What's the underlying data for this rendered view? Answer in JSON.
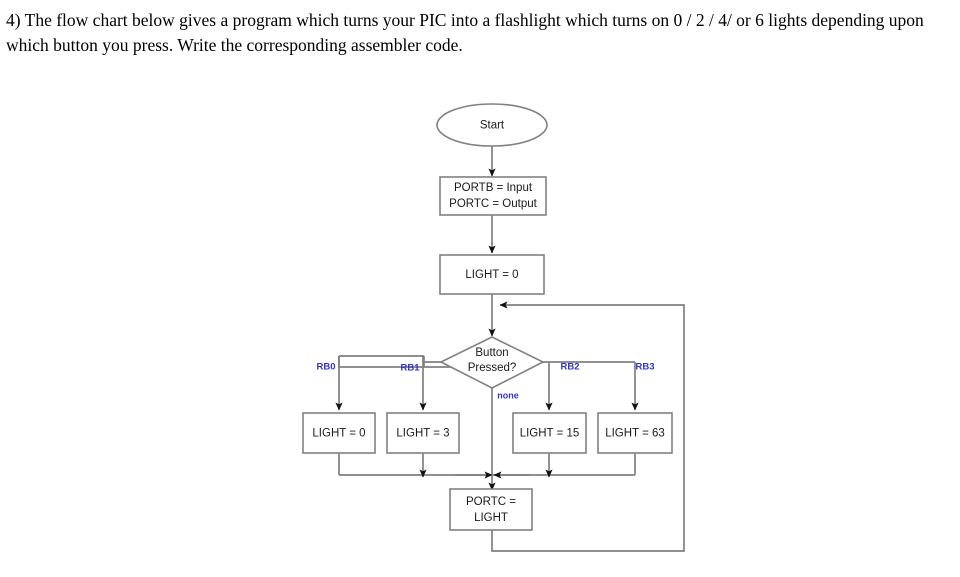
{
  "question": {
    "number": "4)",
    "text": "4) The flow chart below gives a program which turns your PIC into a flashlight which turns on 0 / 2 / 4/ or 6 lights depending upon which button you press.  Write the corresponding assembler code."
  },
  "flowchart": {
    "title": "PIC flashlight program flow chart",
    "colors": {
      "node_stroke": "#808080",
      "connector": "#808080",
      "text": "#1a1a1a",
      "branch_label": "#3333cc",
      "background": "#ffffff"
    },
    "nodes": {
      "start": {
        "shape": "oval",
        "label": "Start"
      },
      "init": {
        "shape": "process",
        "line1": "PORTB = Input",
        "line2": "PORTC = Output"
      },
      "light_init": {
        "shape": "process",
        "label": "LIGHT = 0"
      },
      "decision": {
        "shape": "diamond",
        "line1": "Button",
        "line2": "Pressed?"
      },
      "branch_rb0": {
        "shape": "process",
        "label": "LIGHT = 0"
      },
      "branch_rb1": {
        "shape": "process",
        "label": "LIGHT = 3"
      },
      "branch_rb2": {
        "shape": "process",
        "label": "LIGHT = 15"
      },
      "branch_rb3": {
        "shape": "process",
        "label": "LIGHT = 63"
      },
      "output": {
        "shape": "process",
        "line1": "PORTC =",
        "line2": "LIGHT"
      }
    },
    "branch_labels": {
      "rb0": "RB0",
      "rb1": "RB1",
      "rb2": "RB2",
      "rb3": "RB3",
      "none": "none"
    }
  }
}
